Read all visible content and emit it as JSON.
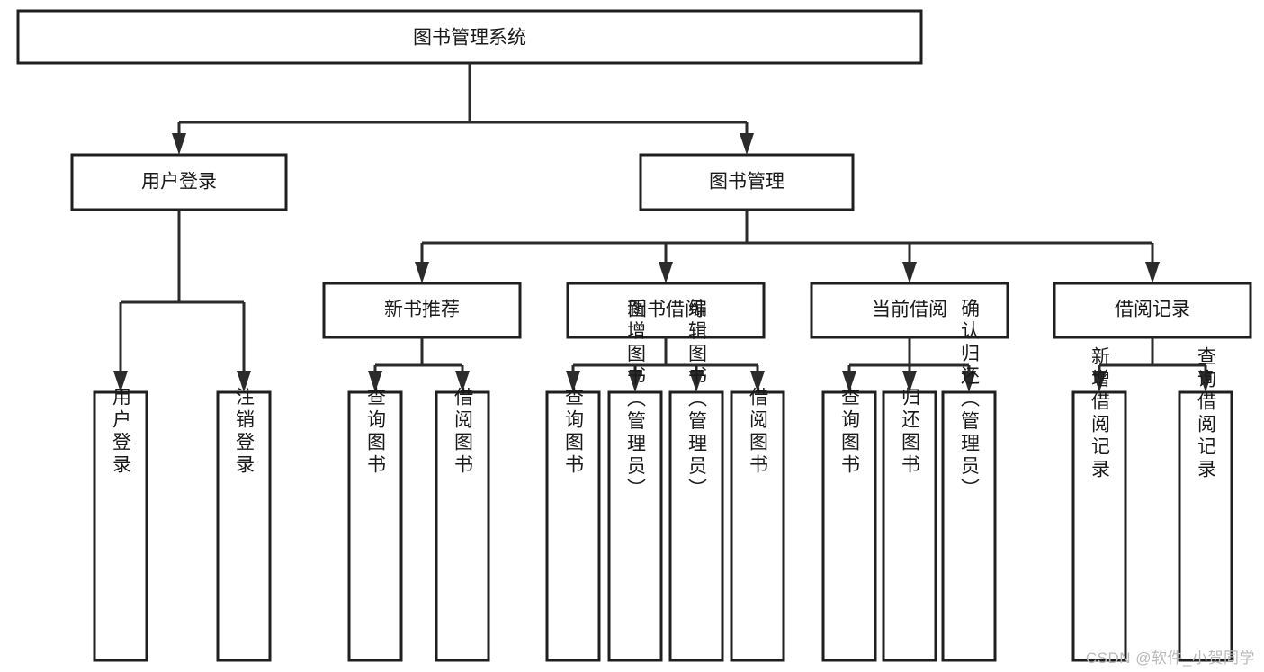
{
  "diagram": {
    "title": "图书管理系统",
    "type": "hierarchy-tree",
    "watermark": "CSDN @软件_小贺同学",
    "colors": {
      "box_stroke": "#1f1f1f",
      "box_fill": "#ffffff",
      "connector": "#2b2b2b",
      "text": "#1a1a1a",
      "watermark": "#b9b9b9",
      "background": "#ffffff"
    },
    "root": {
      "label": "图书管理系统"
    },
    "level2": [
      {
        "label": "用户登录"
      },
      {
        "label": "图书管理"
      }
    ],
    "level3": [
      {
        "label": "新书推荐"
      },
      {
        "label": "图书借阅"
      },
      {
        "label": "当前借阅"
      },
      {
        "label": "借阅记录"
      }
    ],
    "leaves": {
      "user_login": [
        {
          "label": "用户登录"
        },
        {
          "label": "注销登录"
        }
      ],
      "new_book_recommend": [
        {
          "label": "查询图书"
        },
        {
          "label": "借阅图书"
        }
      ],
      "book_borrow": [
        {
          "label": "查询图书"
        },
        {
          "label": "新增图书（管理员）"
        },
        {
          "label": "编辑图书（管理员）"
        },
        {
          "label": "借阅图书"
        }
      ],
      "current_borrow": [
        {
          "label": "查询图书"
        },
        {
          "label": "归还图书"
        },
        {
          "label": "确认归还（管理员）"
        }
      ],
      "borrow_record": [
        {
          "label": "新增借阅记录"
        },
        {
          "label": "查询借阅记录"
        }
      ]
    }
  }
}
